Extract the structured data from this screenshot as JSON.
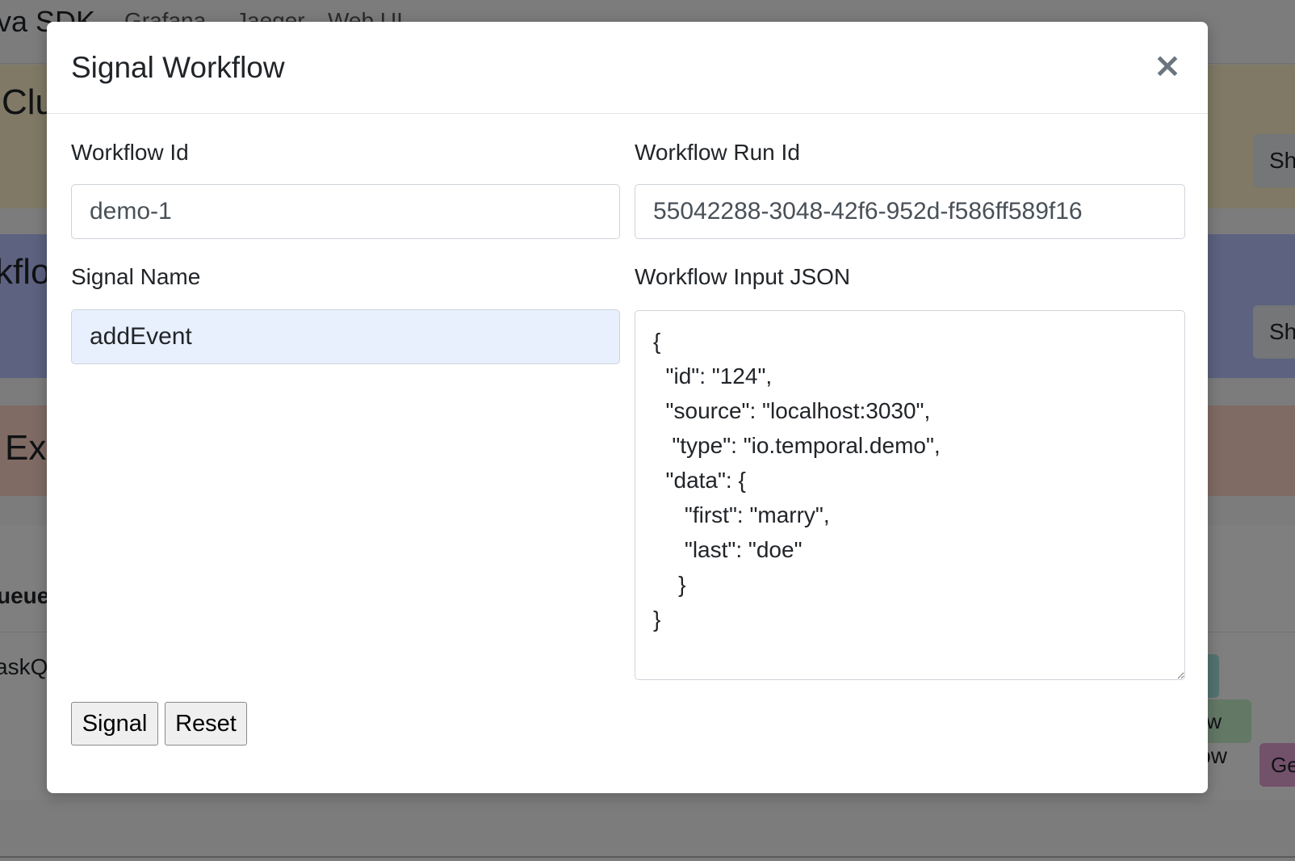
{
  "background": {
    "navbar": {
      "brand": "va SDK",
      "links": [
        "Grafana",
        "Jaeger",
        "Web UI"
      ]
    },
    "panels": [
      {
        "title": "Clu",
        "button": "Sh"
      },
      {
        "title": "kflo",
        "button": "Sh"
      },
      {
        "title": "Exe"
      }
    ],
    "table": {
      "header": "ueue",
      "row_text": "askQu"
    },
    "chips": [
      "low",
      "low",
      "Ge"
    ]
  },
  "modal": {
    "title": "Signal Workflow",
    "close_glyph": "×",
    "fields": {
      "workflow_id": {
        "label": "Workflow Id",
        "value": "demo-1"
      },
      "workflow_run_id": {
        "label": "Workflow Run Id",
        "value": "55042288-3048-42f6-952d-f586ff589f16"
      },
      "signal_name": {
        "label": "Signal Name",
        "value": "addEvent"
      },
      "workflow_input_json": {
        "label": "Workflow Input JSON",
        "value": "{\n  \"id\": \"124\",\n  \"source\": \"localhost:3030\",\n   \"type\": \"io.temporal.demo\",\n  \"data\": {\n     \"first\": \"marry\",\n     \"last\": \"doe\"\n    }\n}"
      }
    },
    "buttons": {
      "signal": "Signal",
      "reset": "Reset"
    }
  },
  "colors": {
    "backdrop": "rgba(0,0,0,0.5)",
    "panel_cluster": "#fff3cd",
    "panel_workflow": "#b8c4ff",
    "panel_exec": "#ffd6c9",
    "autofill_input": "#e8f0fe"
  }
}
